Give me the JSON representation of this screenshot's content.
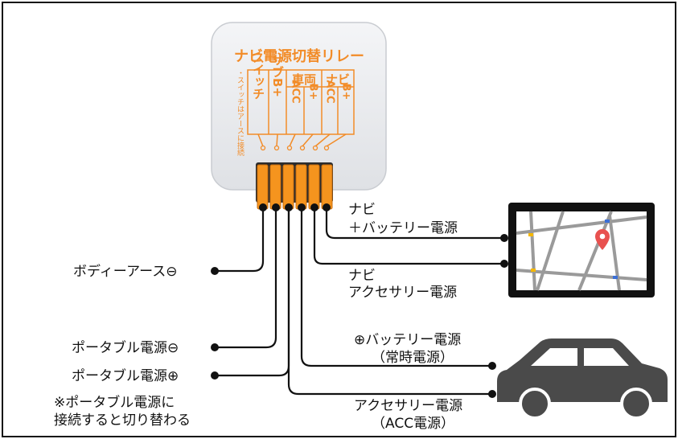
{
  "relay": {
    "title": "ナビ電源切替リレー",
    "header_vehicle": "車両",
    "header_navi": "ナビ",
    "col_switch": "スイッチ",
    "col_sub_b": "サブB+",
    "col_vehicle_acc": "ACC",
    "col_vehicle_b": "B+",
    "col_navi_acc": "ACC",
    "col_navi_b": "B+",
    "side_note": "・スイッチはアースに接続"
  },
  "labels": {
    "body_ground": "ボディーアース⊖",
    "portable_minus": "ポータブル電源⊖",
    "portable_plus": "ポータブル電源⊕",
    "note_line1": "※ポータブル電源に",
    "note_line2": "接続すると切り替わる",
    "navi_battery_line1": "ナビ",
    "navi_battery_line2": "＋バッテリー電源",
    "navi_acc_line1": "ナビ",
    "navi_acc_line2": "アクセサリー電源",
    "car_battery_line1": "⊕バッテリー電源",
    "car_battery_line2": "（常時電源）",
    "car_acc_line1": "アクセサリー電源",
    "car_acc_line2": "（ACC電源）"
  },
  "icons": {
    "navi": "navigation-screen-icon",
    "pin": "map-pin-icon",
    "car": "car-icon"
  },
  "colors": {
    "relay_accent": "#f28c28",
    "connector": "#f5941e",
    "wire": "#111111",
    "map_roads": "#9a9a9a",
    "pin": "#e8514f",
    "car": "#4a4a4a"
  }
}
